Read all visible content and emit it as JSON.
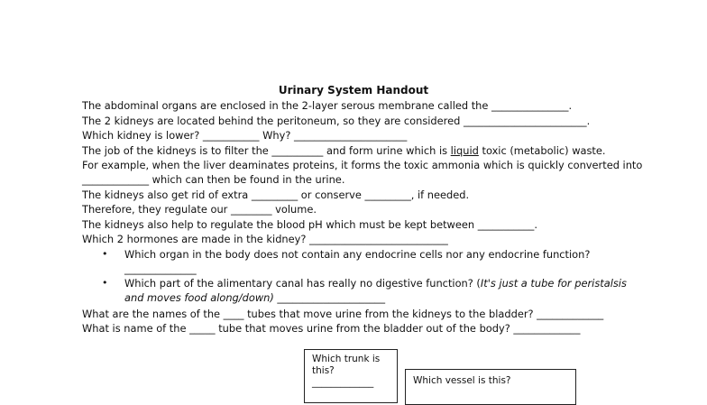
{
  "title": "Urinary System Handout",
  "lines": {
    "l1": "The abdominal organs are enclosed in the 2-layer serous membrane called the _______________.",
    "l2": "The 2 kidneys are located behind the peritoneum, so they are considered ________________________.",
    "l3": "Which kidney is lower? ___________ Why? ______________________",
    "l4a": "The job of the kidneys is to filter the __________ and form urine which is ",
    "l4b": "liquid",
    "l4c": " toxic (metabolic) waste.",
    "l5": "For example, when the liver deaminates proteins, it forms the toxic ammonia which is quickly converted into",
    "l6": "_____________ which can then be found in the urine.",
    "l7": "The kidneys also get rid of extra _________ or conserve _________, if needed.",
    "l8": "Therefore, they regulate our ________ volume.",
    "l9": "The kidneys also help to regulate the blood pH which must be kept between ___________.",
    "l10": "Which 2 hormones are made in the kidney? ___________________________",
    "b1a": "Which organ in the body does not contain any endocrine cells nor any endocrine function?",
    "b1b": "______________",
    "b2a": "Which part of the alimentary canal has really no digestive function? (",
    "b2b": "It's just a tube for peristalsis",
    "b2c": "and moves food along/down)",
    "b2d": " _____________________",
    "l11": "What are the names of the ____ tubes that move urine from the kidneys to the bladder? _____________",
    "l12": "What is name of the _____ tube that moves urine from the bladder out of the body? _____________"
  },
  "bullet_glyph": "•",
  "boxes": {
    "box1_line1": "Which trunk is",
    "box1_line2": "this?",
    "box1_line3": "_____________",
    "box2_text": "Which vessel is this?"
  }
}
